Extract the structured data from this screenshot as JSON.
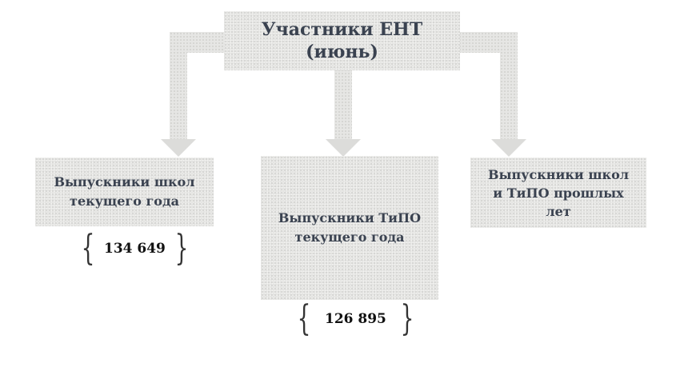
{
  "title": {
    "line1": "Участники ЕНТ",
    "line2": "(июнь)"
  },
  "boxes": [
    {
      "line1": "Выпускники школ",
      "line2": "текущего года",
      "value": "134 649"
    },
    {
      "line1": "Выпускники ТиПО",
      "line2": "текущего года",
      "value": "126 895"
    },
    {
      "line1": "Выпускники школ",
      "line2": "и ТиПО прошлых",
      "line3": "лет"
    }
  ]
}
